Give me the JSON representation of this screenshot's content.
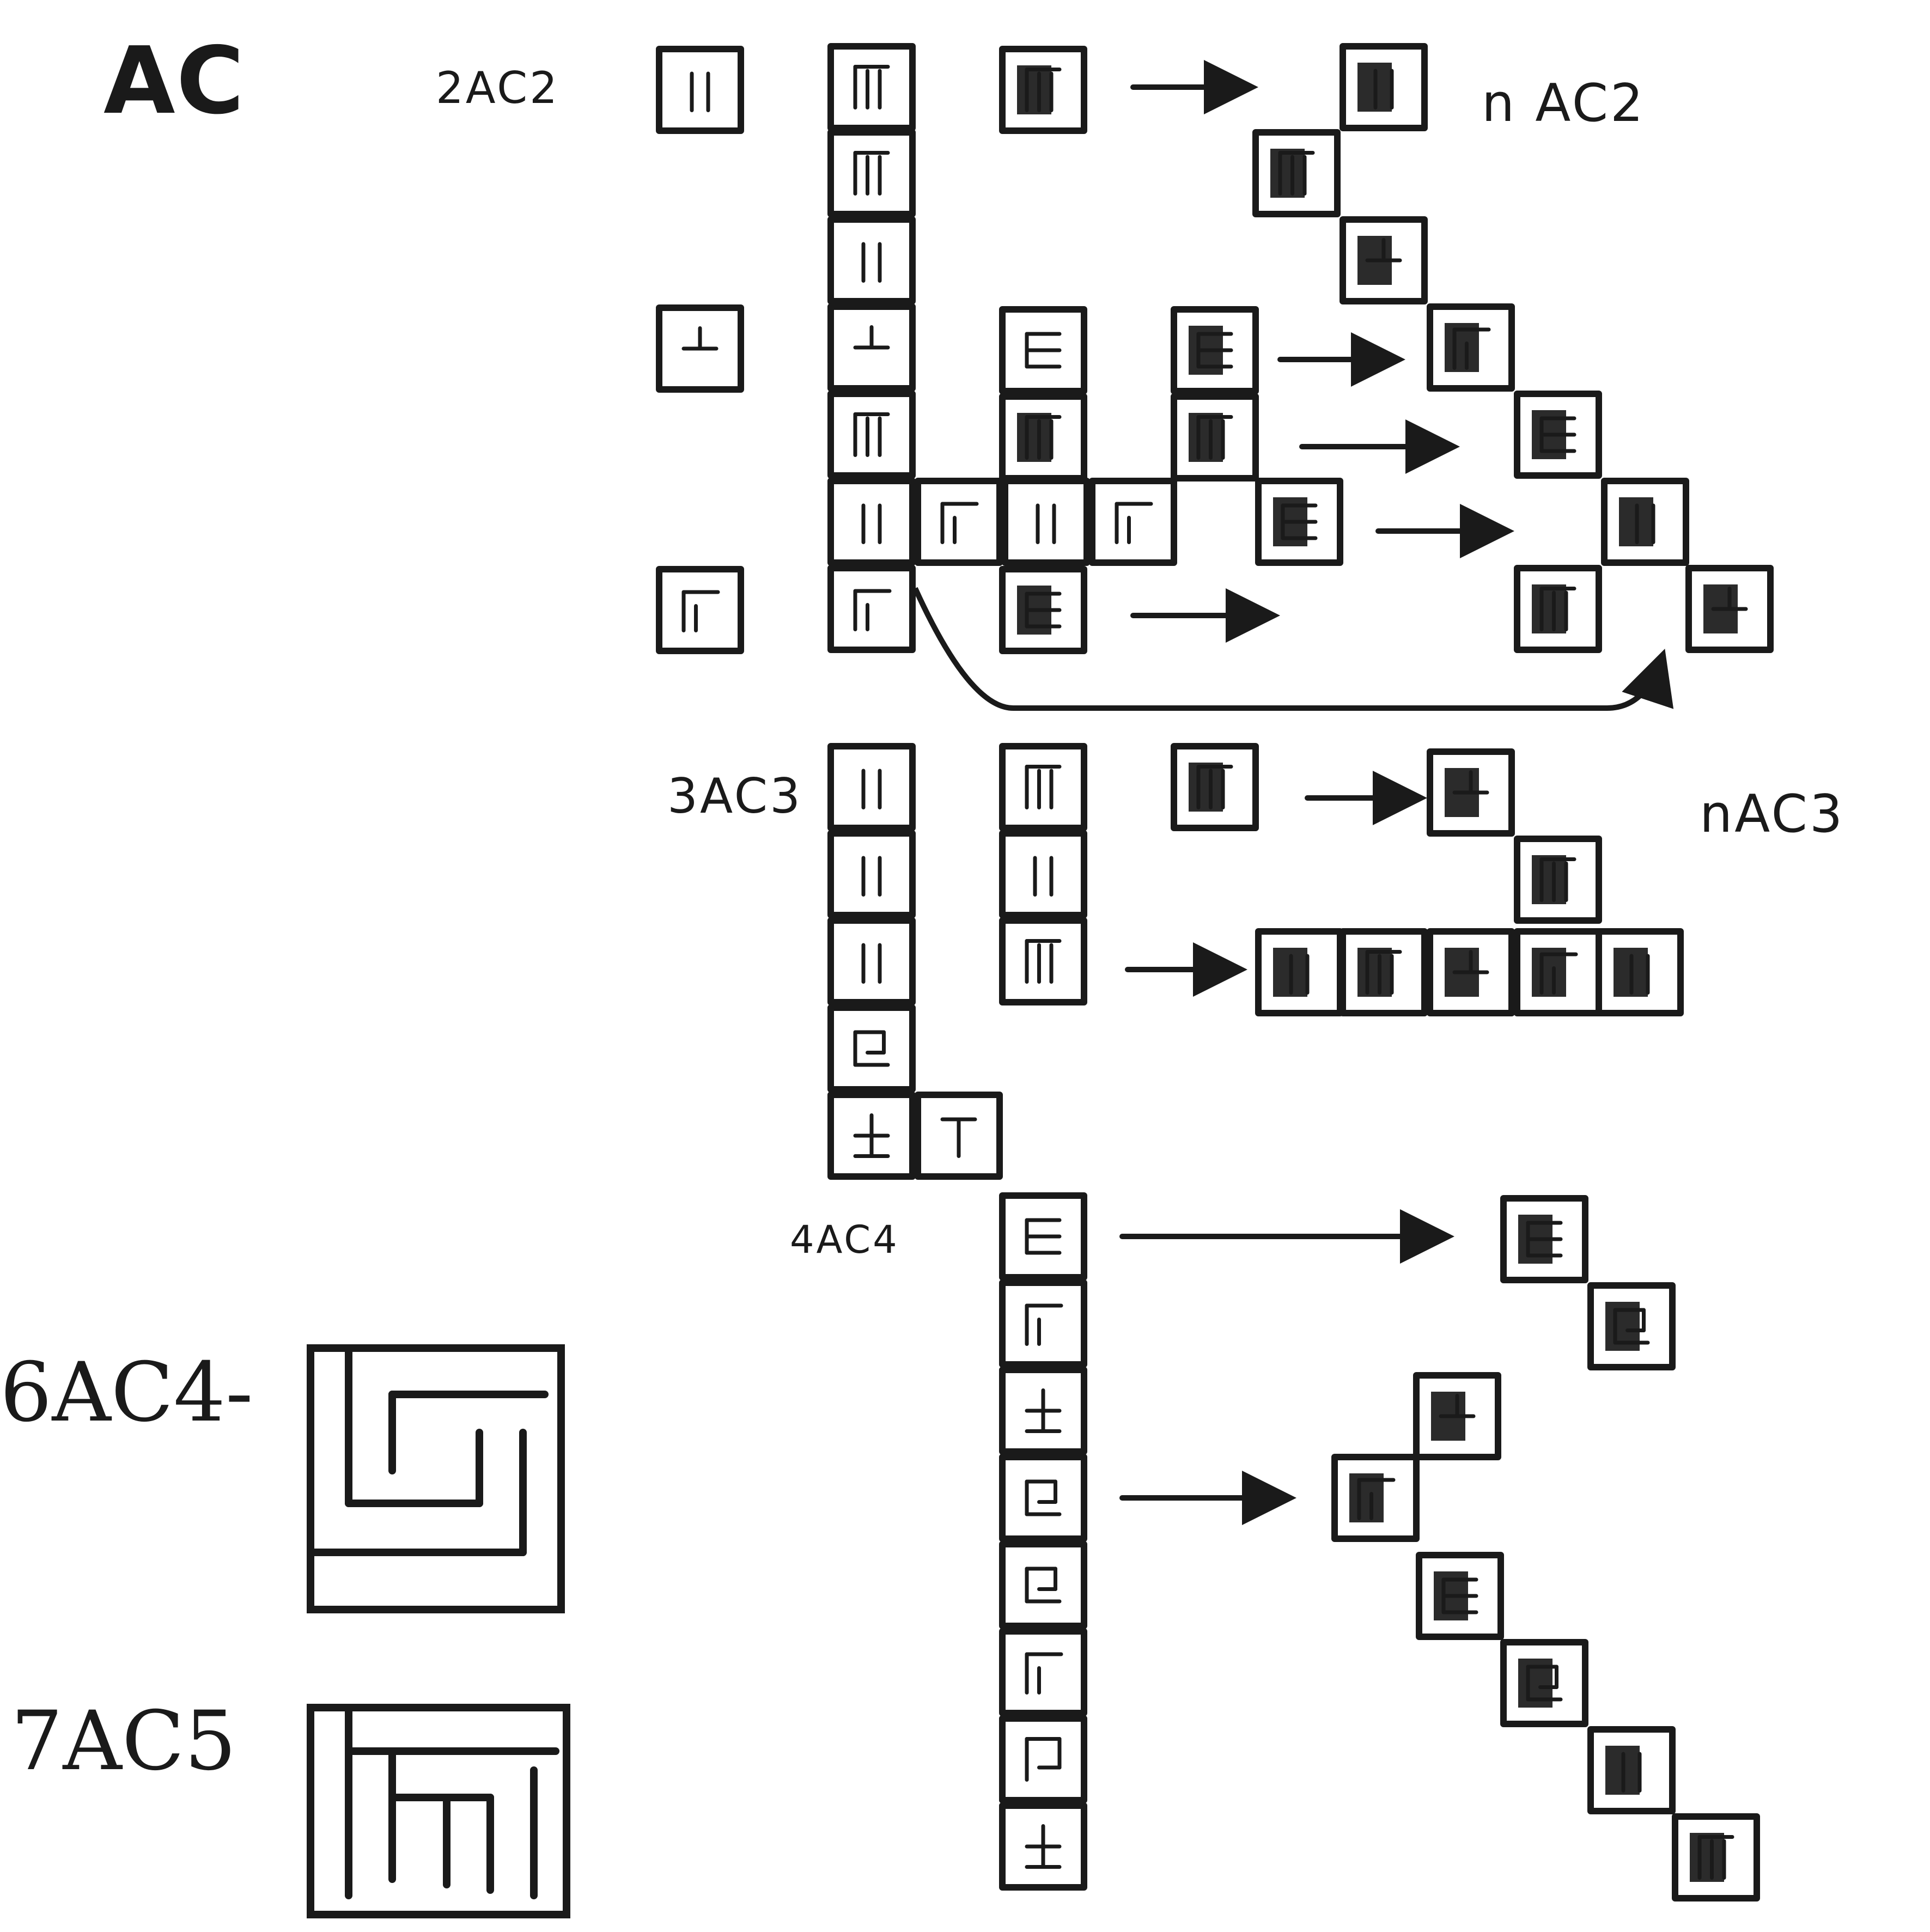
{
  "labels": {
    "title": "AC",
    "two_ac2": "2AC2",
    "n_ac2": "n AC2",
    "three_ac3": "3AC3",
    "n_ac3": "nAC3",
    "four_ac4": "4AC4",
    "six_ac4": "6AC4-",
    "seven_ac5": "7AC5"
  },
  "colors": {
    "ink": "#1a1a1a",
    "fill": "#2b2b2b",
    "paper": "#ffffff"
  }
}
